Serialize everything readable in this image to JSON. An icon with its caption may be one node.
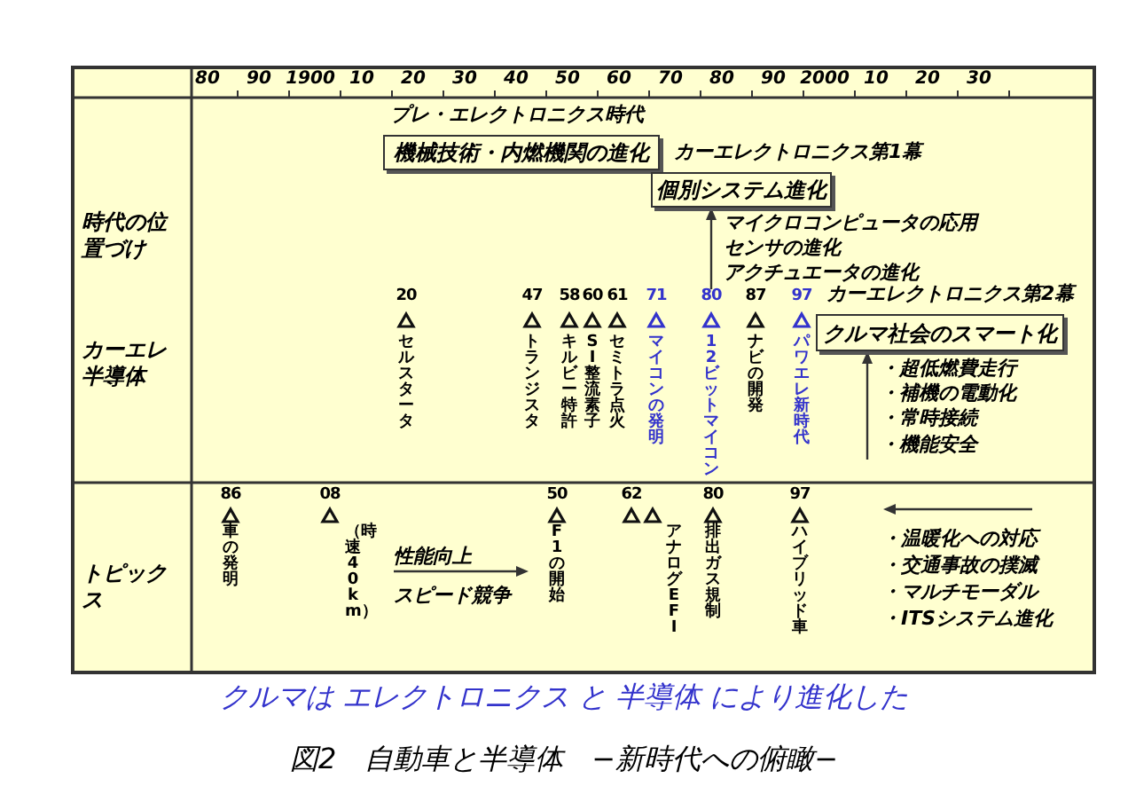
{
  "diagram": {
    "caption": "図2　自動車と半導体　−新時代への俯瞰−",
    "nodes": [
      {
        "text": [
          "機械技術・内燃機関の進化"
        ]
      },
      {
        "text": [
          "個別システム進化"
        ]
      },
      {
        "text": [
          "マイクロコンピュータの応用",
          "センサの進化",
          "アクチュエータの進化"
        ]
      },
      {
        "text": [
          "クルマ社会のスマート化"
        ]
      },
      {
        "text": [
          "・超低燃費走行",
          "・補機の電動化",
          "・常時接続",
          "・機能安全"
        ]
      }
    ],
    "edges": [
      {
        "from": 2,
        "to": 1,
        "arrow": "to"
      },
      {
        "from": 4,
        "to": 3,
        "arrow": "to"
      }
    ],
    "labels": [
      "80",
      "90",
      "1900",
      "10",
      "20",
      "30",
      "40",
      "50",
      "60",
      "70",
      "80",
      "90",
      "2000",
      "10",
      "20",
      "30",
      "プレ・エレクトロニクス時代",
      "カーエレクトロニクス第1幕",
      "時代の位置づけ",
      "20",
      "セルスタータ",
      "47",
      "トランジスタ",
      "58",
      "キルビー特許",
      "60",
      "SI整流素子",
      "61",
      "セミトラ点火",
      "71",
      "マイコンの発明",
      "80",
      "12ビットマイコン",
      "87",
      "ナビの開発",
      "97",
      "パワエレ新時代",
      "カーエレクトロニクス第2幕",
      "カーエレ半導体",
      "トピックス",
      "86",
      "車の発明",
      "08",
      "（時速40km）",
      "性能向上",
      "スピード競争",
      "50",
      "F1の開始",
      "62",
      "アナログEFI",
      "80",
      "排出ガス規制",
      "97",
      "ハイブリッド車",
      "・温暖化への対応",
      "・交通事故の撲滅",
      "・マルチモーダル",
      "・ITSシステム進化",
      "クルマは エレクトロニクス と 半導体 により進化した"
    ]
  }
}
